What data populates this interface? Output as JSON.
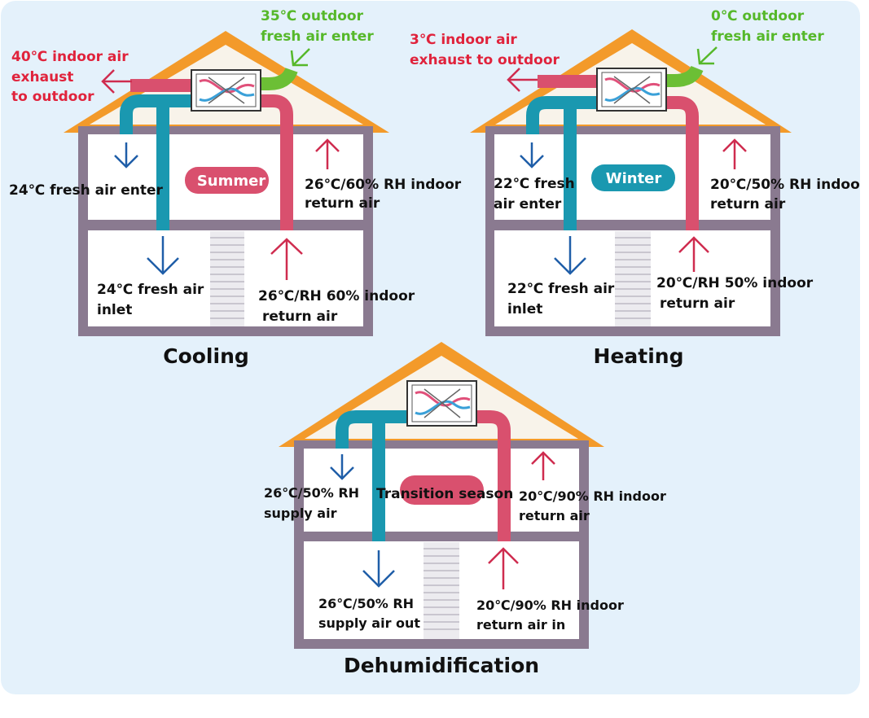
{
  "cooling": {
    "title": "Cooling",
    "badge": "Summer",
    "outdoor_in": [
      "35℃ outdoor",
      "fresh air enter"
    ],
    "exhaust": [
      "40℃ indoor air",
      "exhaust",
      "to outdoor"
    ],
    "fresh_upper": "24℃ fresh air enter",
    "return_upper": [
      "26℃/60% RH indoor",
      "return air"
    ],
    "fresh_lower": [
      "24℃ fresh air",
      "inlet"
    ],
    "return_lower": [
      "26℃/RH 60% indoor",
      "return air"
    ]
  },
  "heating": {
    "title": "Heating",
    "badge": "Winter",
    "outdoor_in": [
      "0℃ outdoor",
      "fresh air enter"
    ],
    "exhaust": [
      "3℃ indoor air",
      "exhaust to outdoor"
    ],
    "fresh_upper": [
      "22℃ fresh",
      "air enter"
    ],
    "return_upper": [
      "20℃/50% RH indoo",
      "return air"
    ],
    "fresh_lower": [
      "22℃ fresh air",
      "inlet"
    ],
    "return_lower": [
      "20℃/RH 50% indoor",
      "return air"
    ]
  },
  "dehumidification": {
    "title": "Dehumidification",
    "badge": "Transition season",
    "fresh_upper": [
      "26℃/50% RH",
      "supply air"
    ],
    "return_upper": [
      "20℃/90% RH indoor",
      "return air"
    ],
    "fresh_lower": [
      "26℃/50% RH",
      "supply air out"
    ],
    "return_lower": [
      "20℃/90% RH indoor",
      "return air in"
    ]
  },
  "colors": {
    "background": "#e4f1fb",
    "roof": "#f39a2a",
    "attic": "#f8f3ea",
    "wall": "#8a7a90",
    "fresh_duct": "#1a98b0",
    "return_duct": "#d9506e",
    "outdoor_duct": "#6cbf35",
    "arrow_blue": "#1f5ea8",
    "arrow_red": "#cf2c4f",
    "text_red": "#e0233c",
    "text_green": "#56b82a",
    "text_dark": "#111111"
  }
}
